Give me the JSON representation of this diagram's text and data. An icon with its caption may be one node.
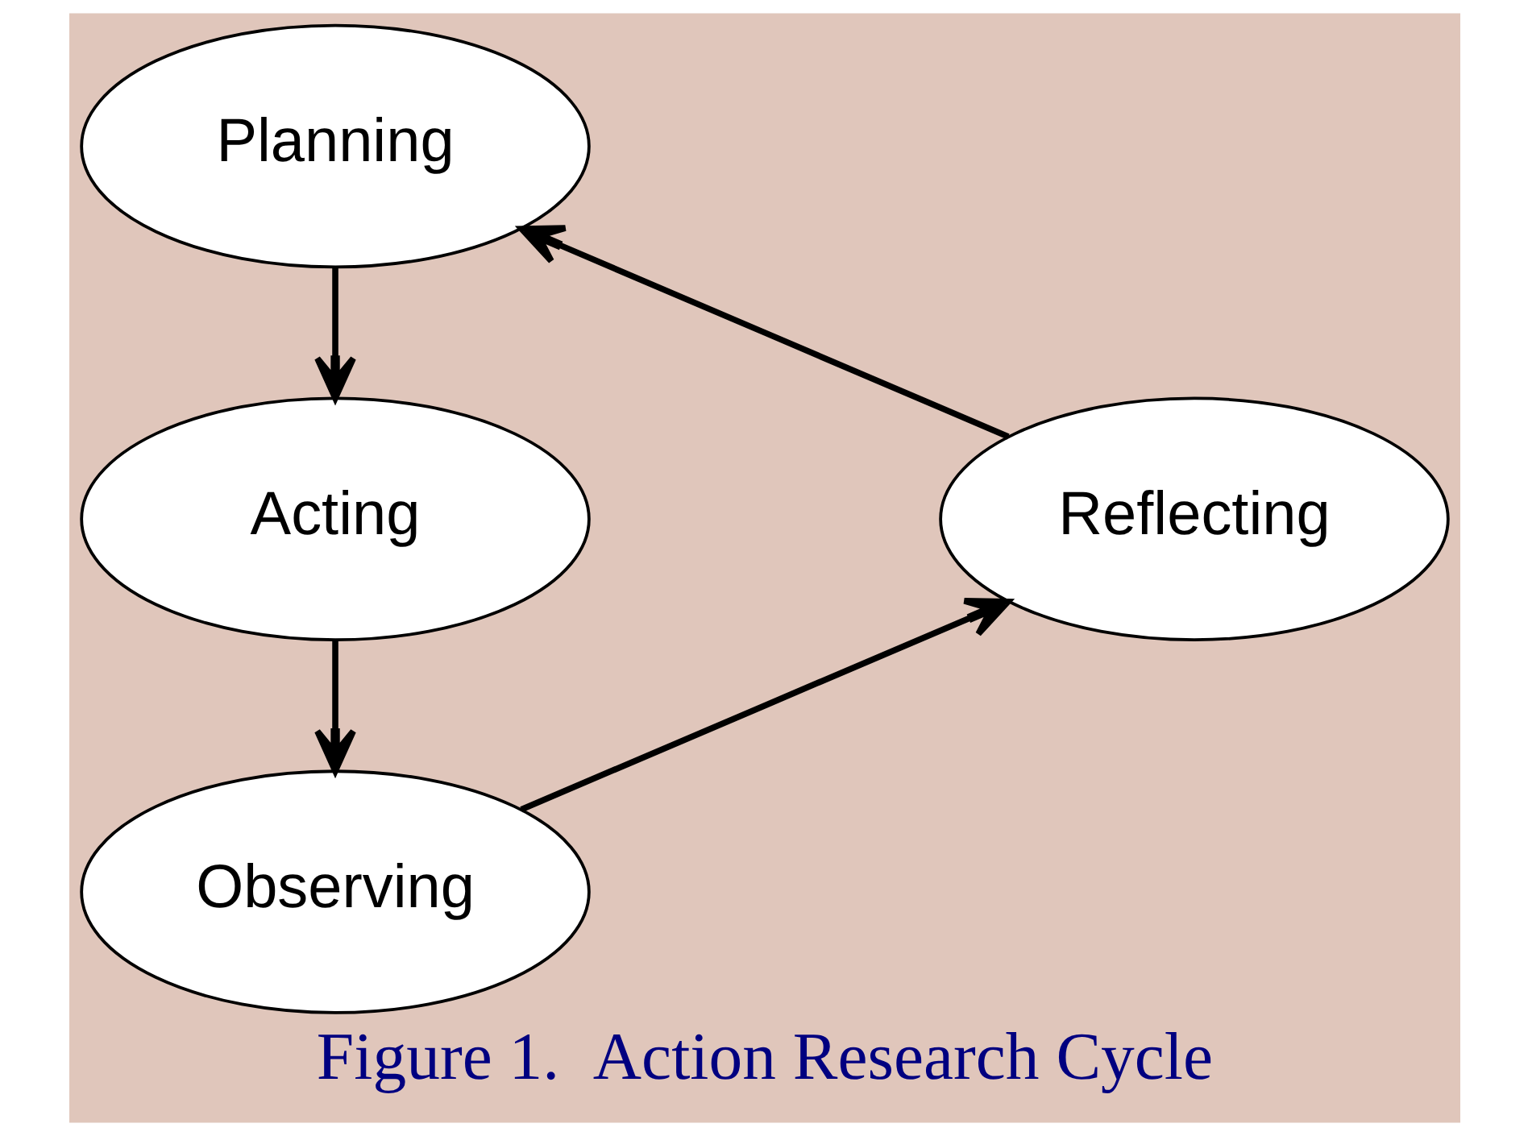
{
  "diagram": {
    "caption": "Figure 1.  Action Research Cycle",
    "nodes": [
      {
        "text": [
          "Planning"
        ]
      },
      {
        "text": [
          "Acting"
        ]
      },
      {
        "text": [
          "Observing"
        ]
      },
      {
        "text": [
          "Reflecting"
        ]
      }
    ],
    "edges": [
      {
        "from": 0,
        "to": 1,
        "arrow": "to"
      },
      {
        "from": 1,
        "to": 2,
        "arrow": "to"
      },
      {
        "from": 2,
        "to": 3,
        "arrow": "to"
      },
      {
        "from": 3,
        "to": 0,
        "arrow": "to"
      }
    ]
  }
}
